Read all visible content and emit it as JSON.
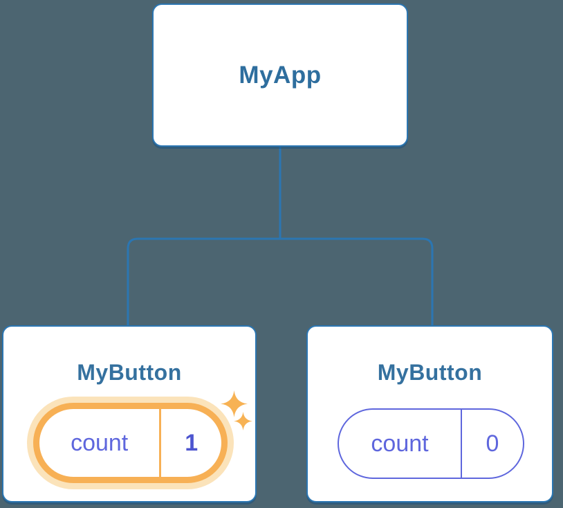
{
  "diagram": {
    "type": "component-tree",
    "root": {
      "label": "MyApp"
    },
    "children": [
      {
        "label": "MyButton",
        "state": {
          "key": "count",
          "value": "1"
        },
        "highlighted": true,
        "decoration": "sparkles-icon"
      },
      {
        "label": "MyButton",
        "state": {
          "key": "count",
          "value": "0"
        },
        "highlighted": false
      }
    ]
  },
  "colors": {
    "background": "#4c6571",
    "card_fill": "#ffffff",
    "card_border": "#2b76b2",
    "connector_line": "#2b76b2",
    "root_title_text": "#2e6e9e",
    "child_title_text": "#35719f",
    "state_text_purple": "#5e66dd",
    "state_value_bold_purple": "#4d55cf",
    "highlight_orange": "#f7b055",
    "highlight_glow": "#fbe3ba",
    "sparkle_orange": "#f7b254"
  }
}
